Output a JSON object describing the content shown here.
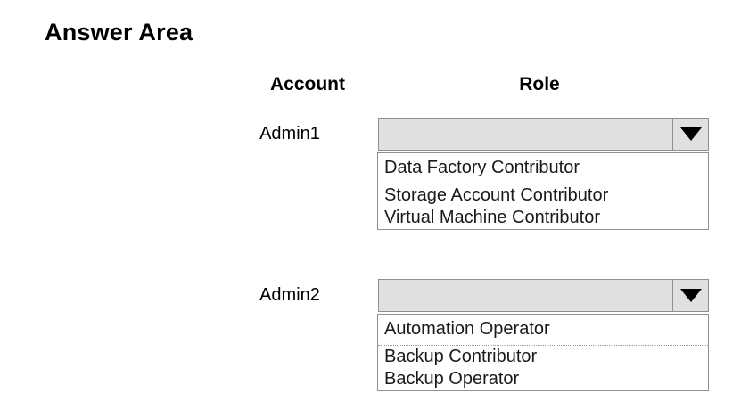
{
  "page": {
    "title": "Answer Area",
    "background_color": "#ffffff"
  },
  "table": {
    "headers": {
      "account": "Account",
      "role": "Role"
    },
    "rows": [
      {
        "account": "Admin1",
        "role_dropdown": {
          "selected_value": "",
          "arrow_icon": "chevron-down-icon",
          "expanded": true,
          "options": [
            "Data Factory Contributor",
            "Storage Account Contributor",
            "Virtual Machine Contributor"
          ]
        }
      },
      {
        "account": "Admin2",
        "role_dropdown": {
          "selected_value": "",
          "arrow_icon": "chevron-down-icon",
          "expanded": true,
          "options": [
            "Automation Operator",
            "Backup Contributor",
            "Backup Operator"
          ]
        }
      }
    ]
  },
  "colors": {
    "combo_fill": "#e0e0e0",
    "combo_border": "#8f8f8f",
    "list_border": "#909090",
    "list_fill": "#ffffff",
    "text": "#000000",
    "separator": "#9a9a9a"
  }
}
